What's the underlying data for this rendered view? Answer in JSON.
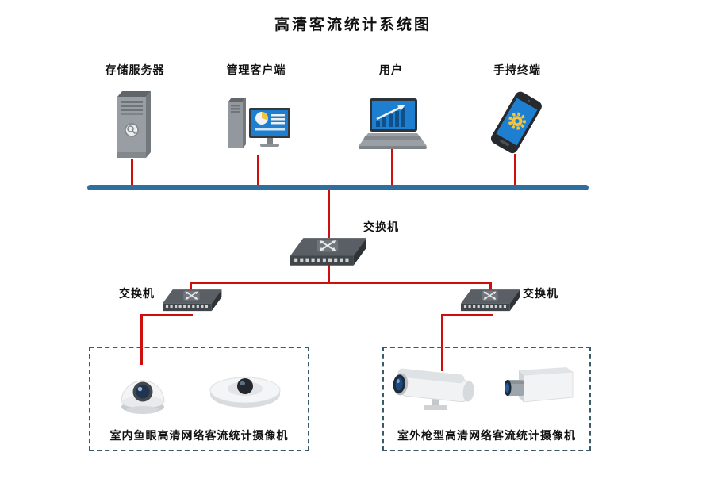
{
  "title": "高清客流统计系统图",
  "top_devices": [
    {
      "id": "storage-server",
      "label": "存储服务器",
      "icon": "server-tower-icon"
    },
    {
      "id": "management-client",
      "label": "管理客户端",
      "icon": "desktop-pc-icon"
    },
    {
      "id": "user",
      "label": "用户",
      "icon": "laptop-icon"
    },
    {
      "id": "handheld-terminal",
      "label": "手持终端",
      "icon": "smartphone-icon"
    }
  ],
  "switches": [
    {
      "id": "core-switch",
      "label": "交换机"
    },
    {
      "id": "left-access-switch",
      "label": "交换机"
    },
    {
      "id": "right-access-switch",
      "label": "交换机"
    }
  ],
  "camera_groups": [
    {
      "id": "indoor-fisheye-group",
      "label": "室内鱼眼高清网络客流统计摄像机",
      "cameras": [
        "dome-fisheye-camera-icon",
        "ceiling-fisheye-camera-icon"
      ]
    },
    {
      "id": "outdoor-bullet-group",
      "label": "室外枪型高清网络客流统计摄像机",
      "cameras": [
        "bullet-camera-icon",
        "box-camera-icon"
      ]
    }
  ],
  "colors": {
    "bus_line": "#2d6f9f",
    "link_line": "#cf0e0e",
    "dashed_border": "#3a5a6a",
    "screen_blue": "#1e7fd0",
    "accent_yellow": "#f3c53a",
    "background": "#ffffff"
  }
}
